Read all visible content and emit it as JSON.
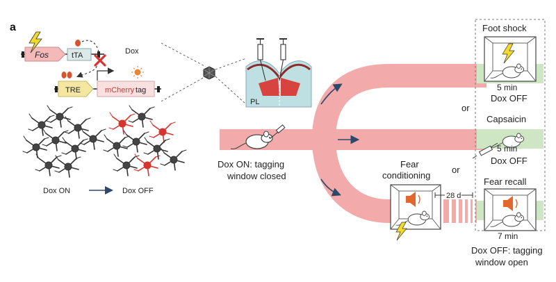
{
  "panel_label": "a",
  "construct": {
    "fos_label": "Fos",
    "tta_label": "tTA",
    "dox_label": "Dox",
    "tre_label": "TRE",
    "mcherry_label": "mCherry",
    "tag_label": "tag"
  },
  "neurons": {
    "dox_on_label": "Dox ON",
    "dox_off_label": "Dox OFF"
  },
  "injection": {
    "region_label": "PL"
  },
  "main_path": {
    "caption_line1": "Dox ON: tagging",
    "caption_line2": "window closed"
  },
  "conditions": {
    "or_label": "or",
    "foot_shock": {
      "title": "Foot shock",
      "duration": "5 min",
      "dox_state": "Dox OFF"
    },
    "capsaicin": {
      "title": "Capsaicin",
      "duration": "5 min",
      "dox_state": "Dox OFF"
    },
    "fear_recall": {
      "title": "Fear recall",
      "duration": "7 min"
    },
    "fear_conditioning": {
      "title_line1": "Fear",
      "title_line2": "conditioning"
    },
    "delay_label": "28 d",
    "final_caption_line1": "Dox OFF: tagging",
    "final_caption_line2": "window open"
  },
  "colors": {
    "pathway_pink": "#f2aaaa",
    "green_band": "#cfe6c4",
    "red_neuron": "#d9332e",
    "dark_neuron": "#333333",
    "mcherry_text": "#d9332e",
    "fos_box": "#f4b9b9",
    "tre_box": "#f3e7a2",
    "brain_blue": "#bfe0e2",
    "speaker_orange": "#e1672a",
    "bolt_yellow": "#f2d92b",
    "arrow_navy": "#2e4869"
  }
}
